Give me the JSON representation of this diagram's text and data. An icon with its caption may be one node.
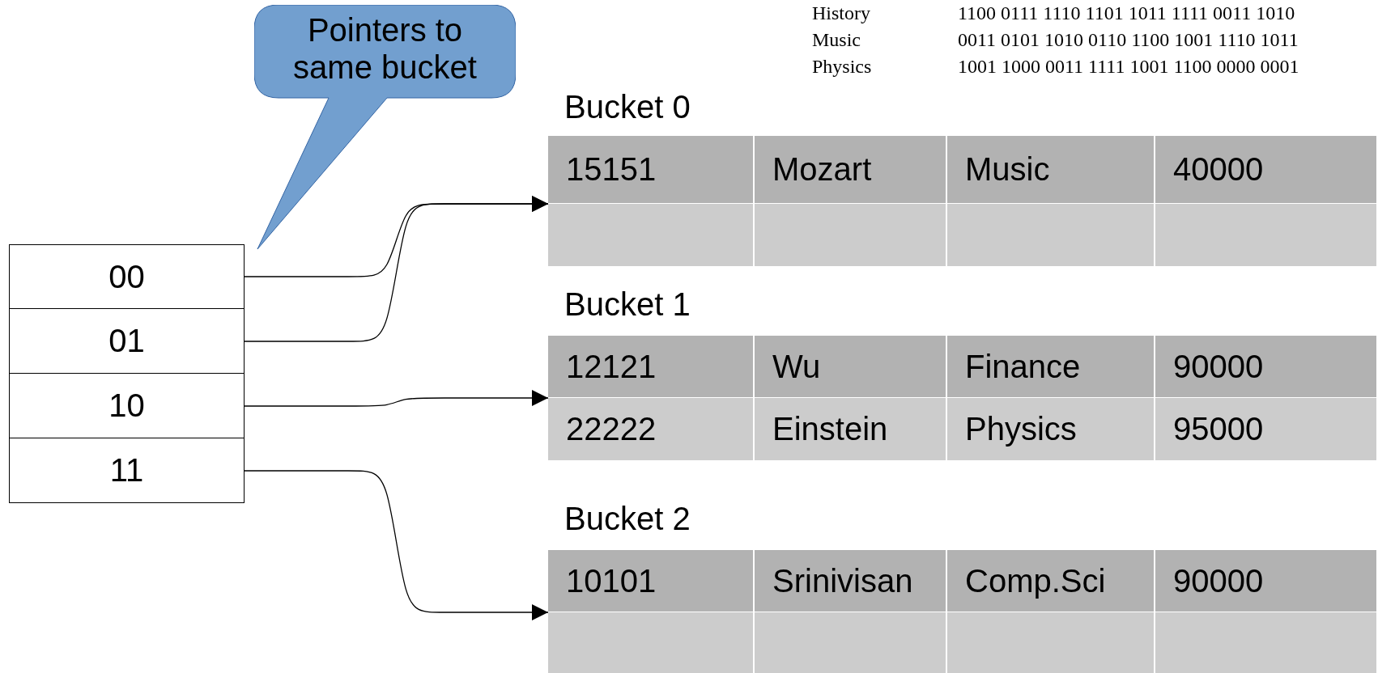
{
  "diagram": {
    "nodes": [
      {
        "text": [
          "Pointers to same bucket"
        ]
      },
      {
        "text": [
          "00"
        ]
      },
      {
        "text": [
          "01"
        ]
      },
      {
        "text": [
          "10"
        ]
      },
      {
        "text": [
          "11"
        ]
      },
      {
        "text": [
          "Bucket 0",
          "15151",
          "Mozart",
          "Music",
          "40000"
        ]
      },
      {
        "text": [
          "Bucket 1",
          "12121",
          "Wu",
          "Finance",
          "90000",
          "22222",
          "Einstein",
          "Physics",
          "95000"
        ]
      },
      {
        "text": [
          "Bucket 2",
          "10101",
          "Srinivisan",
          "Comp.Sci",
          "90000"
        ]
      }
    ],
    "edges": [
      {
        "from": 1,
        "to": 5,
        "arrow": "to"
      },
      {
        "from": 2,
        "to": 5,
        "arrow": "to"
      },
      {
        "from": 3,
        "to": 6,
        "arrow": "to"
      },
      {
        "from": 4,
        "to": 7,
        "arrow": "to"
      }
    ],
    "labels": [
      "History",
      "1100 0111 1110 1101 1011 1111 0011 1010",
      "Music",
      "0011 0101 1010 0110 1100 1001 1110 1011",
      "Physics",
      "1001 1000 0011 1111 1001 1100 0000 0001"
    ]
  }
}
